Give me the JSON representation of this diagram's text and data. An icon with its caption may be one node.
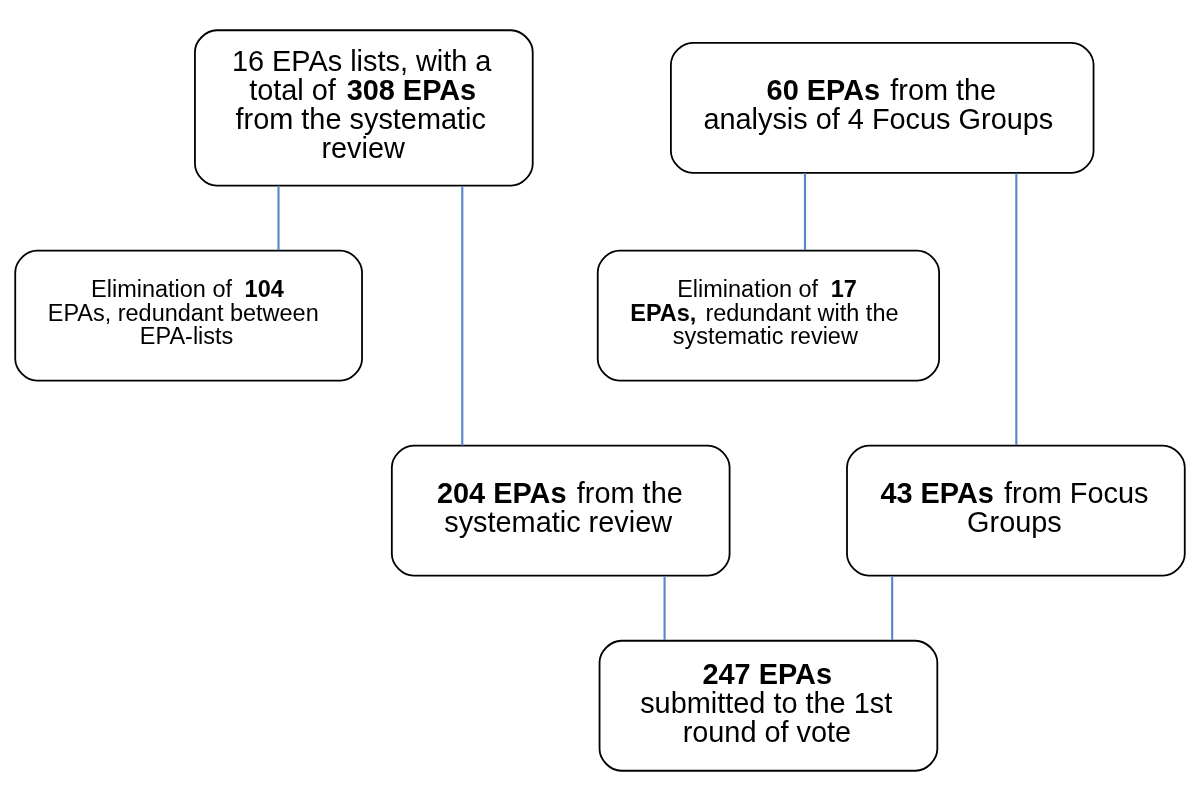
{
  "diagram": {
    "nodes": [
      {
        "text": [
          "16 EPAs lists, with a total of **308 EPAs** from the systematic review"
        ]
      },
      {
        "text": [
          "**60 EPAs** from the analysis of 4 Focus Groups"
        ]
      },
      {
        "text": [
          "Elimination of **104** EPAs, redundant between EPA-lists"
        ]
      },
      {
        "text": [
          "Elimination of **17 EPAs,** redundant with the systematic review"
        ]
      },
      {
        "text": [
          "**204 EPAs** from the systematic review"
        ]
      },
      {
        "text": [
          "**43 EPAs** from Focus Groups"
        ]
      },
      {
        "text": [
          "**247 EPAs**",
          "submitted to the 1st round of vote"
        ]
      }
    ],
    "edges": [
      {
        "from": 0,
        "to": 2,
        "arrow": "none"
      },
      {
        "from": 1,
        "to": 3,
        "arrow": "none"
      },
      {
        "from": 0,
        "to": 4,
        "arrow": "none"
      },
      {
        "from": 1,
        "to": 5,
        "arrow": "none"
      },
      {
        "from": 4,
        "to": 6,
        "arrow": "none"
      },
      {
        "from": 5,
        "to": 6,
        "arrow": "none"
      }
    ]
  }
}
